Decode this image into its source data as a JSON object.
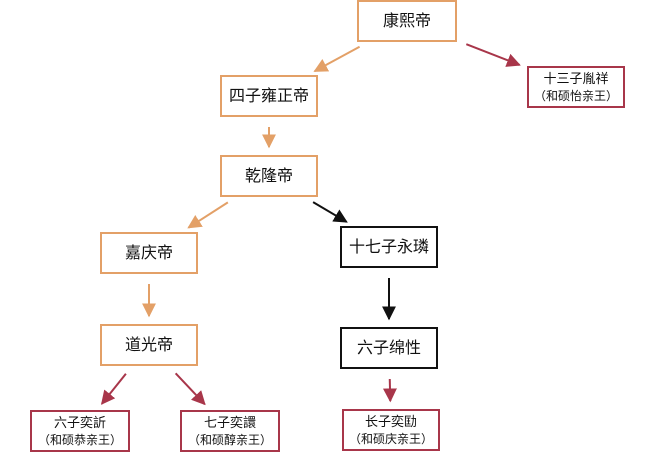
{
  "colors": {
    "orange": "#e3a067",
    "black": "#111111",
    "red": "#a8364a"
  },
  "nodes": {
    "kangxi": {
      "label": "康熙帝",
      "sub": "",
      "style": "orange"
    },
    "yinxiang": {
      "label": "十三子胤祥",
      "sub": "（和硕怡亲王）",
      "style": "red"
    },
    "yongzheng": {
      "label": "四子雍正帝",
      "sub": "",
      "style": "orange"
    },
    "qianlong": {
      "label": "乾隆帝",
      "sub": "",
      "style": "orange"
    },
    "jiaqing": {
      "label": "嘉庆帝",
      "sub": "",
      "style": "orange"
    },
    "yonglin": {
      "label": "十七子永璘",
      "sub": "",
      "style": "black"
    },
    "daoguang": {
      "label": "道光帝",
      "sub": "",
      "style": "orange"
    },
    "mianxing": {
      "label": "六子绵性",
      "sub": "",
      "style": "black"
    },
    "yixin": {
      "label": "六子奕訢",
      "sub": "（和硕恭亲王）",
      "style": "red"
    },
    "yixuan": {
      "label": "七子奕譞",
      "sub": "（和硕醇亲王）",
      "style": "red"
    },
    "yikuang": {
      "label": "长子奕劻",
      "sub": "（和硕庆亲王）",
      "style": "red"
    }
  },
  "edges": [
    {
      "from": "kangxi",
      "to": "yongzheng",
      "style": "orange"
    },
    {
      "from": "kangxi",
      "to": "yinxiang",
      "style": "red"
    },
    {
      "from": "yongzheng",
      "to": "qianlong",
      "style": "orange"
    },
    {
      "from": "qianlong",
      "to": "jiaqing",
      "style": "orange"
    },
    {
      "from": "qianlong",
      "to": "yonglin",
      "style": "black"
    },
    {
      "from": "jiaqing",
      "to": "daoguang",
      "style": "orange"
    },
    {
      "from": "yonglin",
      "to": "mianxing",
      "style": "black"
    },
    {
      "from": "daoguang",
      "to": "yixin",
      "style": "red"
    },
    {
      "from": "daoguang",
      "to": "yixuan",
      "style": "red"
    },
    {
      "from": "mianxing",
      "to": "yikuang",
      "style": "red"
    }
  ]
}
